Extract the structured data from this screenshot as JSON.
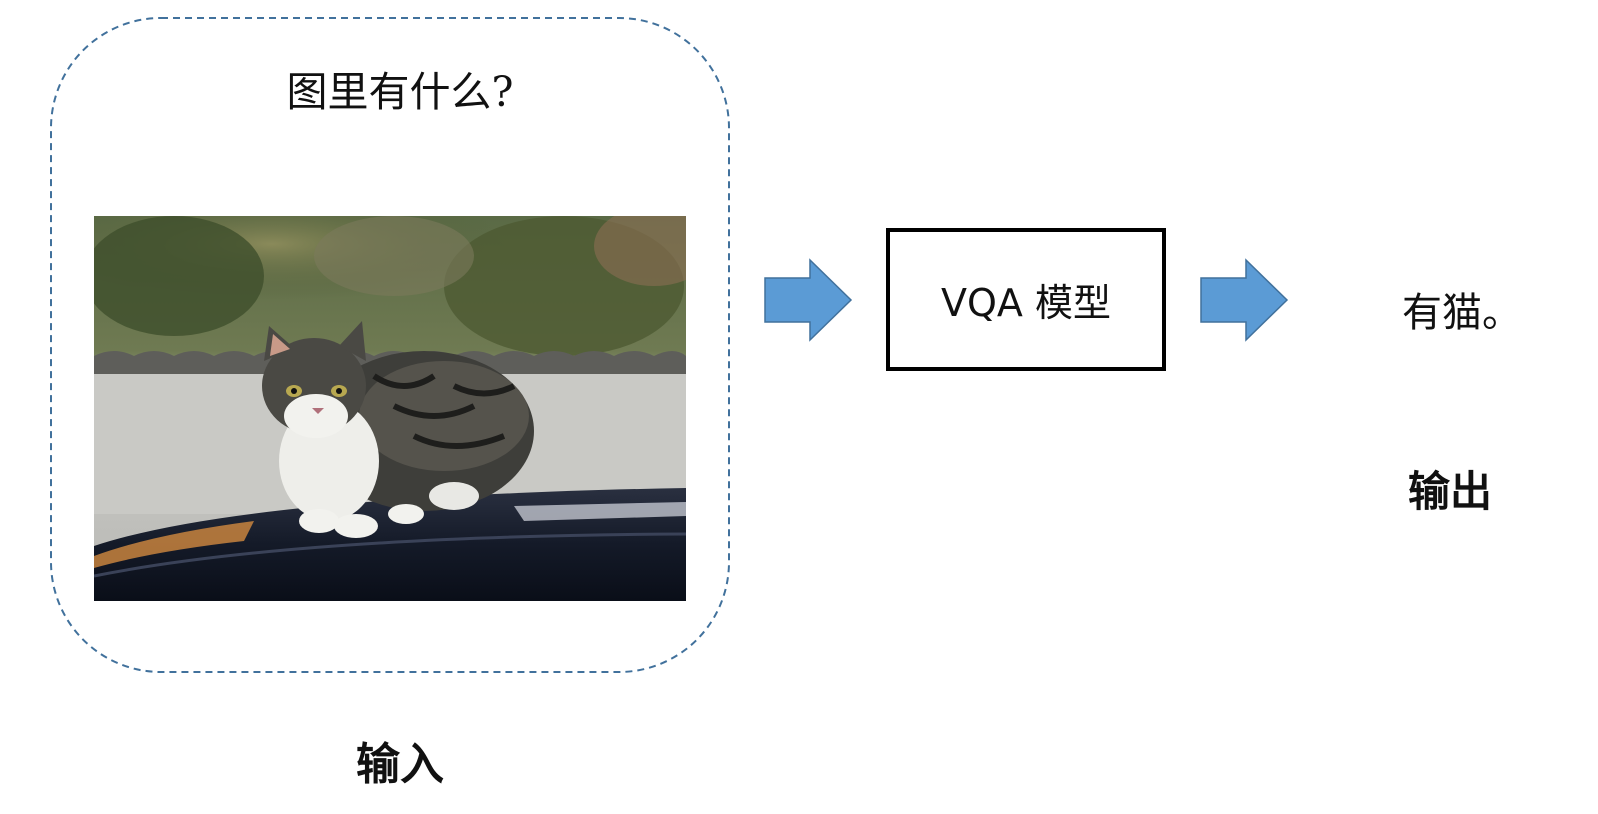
{
  "input": {
    "question": "图里有什么?",
    "label": "输入",
    "image_subject": "tabby cat sitting on a car roof"
  },
  "model": {
    "label": "VQA 模型"
  },
  "output": {
    "answer": "有猫。",
    "label": "输出"
  },
  "colors": {
    "frame_dash": "#41719c",
    "arrow_fill": "#5b9bd5",
    "arrow_stroke": "#41719c",
    "box_border": "#000000",
    "text": "#111111"
  }
}
